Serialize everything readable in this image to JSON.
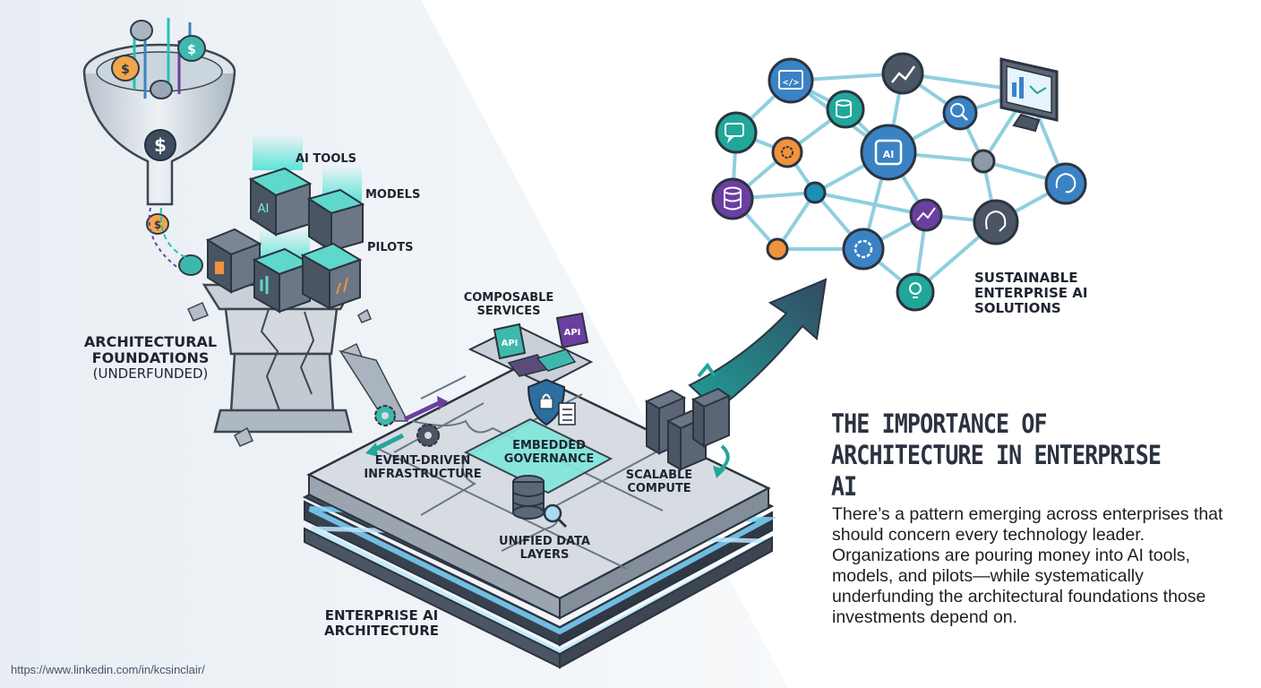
{
  "labels": {
    "ai_tools": "AI TOOLS",
    "models": "MODELS",
    "pilots": "PILOTS",
    "foundations_line1": "ARCHITECTURAL",
    "foundations_line2": "FOUNDATIONS",
    "foundations_note": "(UNDERFUNDED)",
    "composable_line1": "COMPOSABLE",
    "composable_line2": "SERVICES",
    "event_line1": "EVENT-DRIVEN",
    "event_line2": "INFRASTRUCTURE",
    "governance_line1": "EMBEDDED",
    "governance_line2": "GOVERNANCE",
    "compute_line1": "SCALABLE",
    "compute_line2": "COMPUTE",
    "data_line1": "UNIFIED DATA",
    "data_line2": "LAYERS",
    "platform_line1": "ENTERPRISE AI",
    "platform_line2": "ARCHITECTURE",
    "solutions_line1": "SUSTAINABLE",
    "solutions_line2": "ENTERPRISE AI",
    "solutions_line3": "SOLUTIONS",
    "api_tag": "API",
    "ai_chip": "AI",
    "hub_node": "AI"
  },
  "headline": {
    "line1": "THE IMPORTANCE OF",
    "line2": "ARCHITECTURE IN ENTERPRISE AI"
  },
  "body": "There’s a pattern emerging across enterprises that should concern every technology leader. Organizations are pouring money into AI tools, models, and pilots—while systematically underfunding the architectural foundations those investments depend on.",
  "footer": {
    "url": "https://www.linkedin.com/in/kcsinclair/"
  },
  "colors": {
    "network_line": "#8fcfdf",
    "node_blue": "#3b82c4",
    "node_teal": "#20a79a",
    "node_orange": "#f0933c",
    "node_purple": "#6b3fa0",
    "node_gray": "#4b5563",
    "arrow": "#1b5e6b",
    "platform_glow": "#7dd3fc",
    "text": "#1e2430"
  },
  "icons": [
    "dollar-icon",
    "coin-icon",
    "code-icon",
    "chart-icon",
    "database-icon",
    "search-icon",
    "monitor-icon",
    "brain-icon",
    "gear-icon",
    "lightbulb-icon",
    "shield-lock-icon",
    "server-icon",
    "puzzle-icon"
  ]
}
